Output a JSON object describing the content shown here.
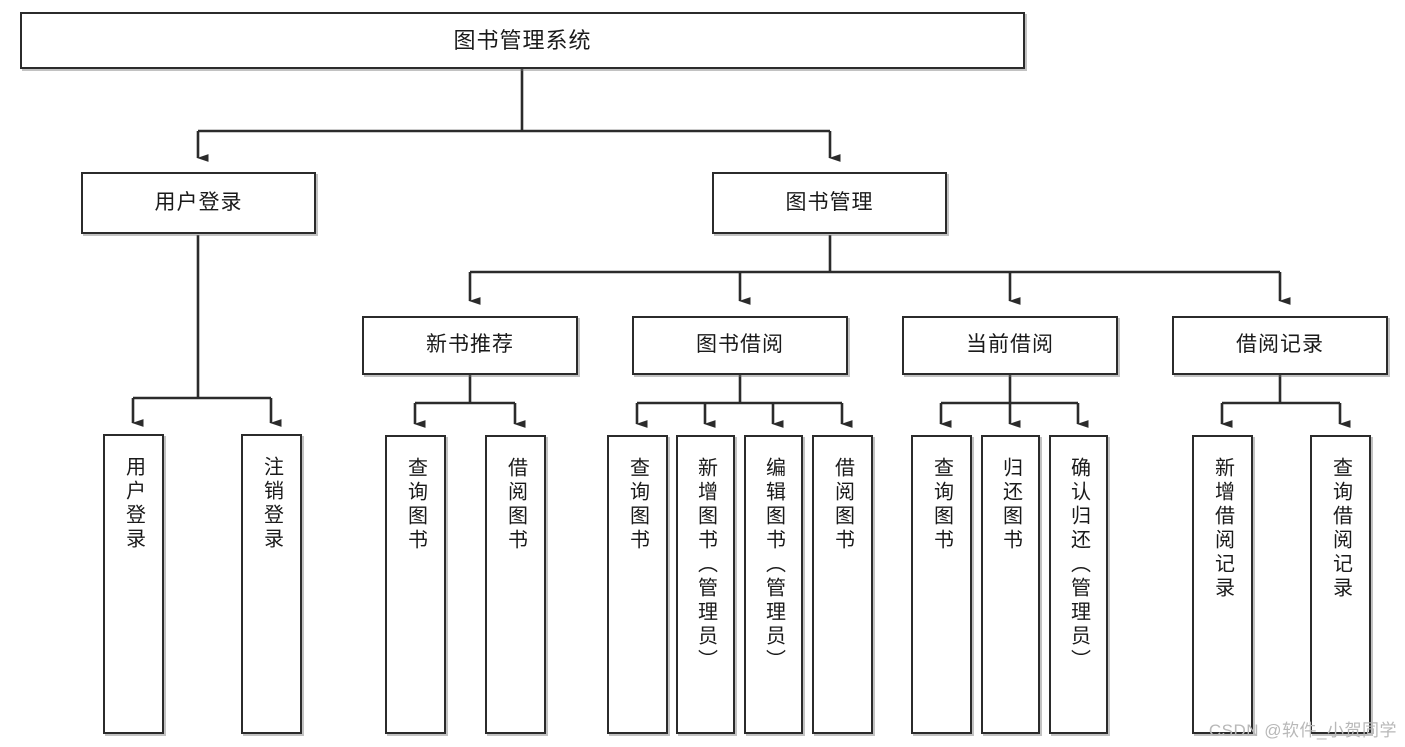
{
  "diagram": {
    "type": "hierarchy-tree",
    "title": "图书管理系统",
    "orientation": "top-down",
    "levels": 4,
    "style": {
      "box_fill": "#ffffff",
      "box_stroke": "#2b2b2b",
      "text_color": "#1a1a1a",
      "connector_color": "#2b2b2b",
      "background": "#ffffff",
      "watermark_color": "#b8b8b8"
    },
    "root": {
      "label": "图书管理系统"
    },
    "level2": [
      {
        "label": "用户登录"
      },
      {
        "label": "图书管理"
      }
    ],
    "level3": [
      {
        "label": "新书推荐"
      },
      {
        "label": "图书借阅"
      },
      {
        "label": "当前借阅"
      },
      {
        "label": "借阅记录"
      }
    ],
    "leaves": {
      "user_login": [
        {
          "label": "用户登录"
        },
        {
          "label": "注销登录"
        }
      ],
      "new_book_recommend": [
        {
          "label": "查询图书"
        },
        {
          "label": "借阅图书"
        }
      ],
      "book_borrow": [
        {
          "label": "查询图书"
        },
        {
          "label": "新增图书（管理员）"
        },
        {
          "label": "编辑图书（管理员）"
        },
        {
          "label": "借阅图书"
        }
      ],
      "current_borrow": [
        {
          "label": "查询图书"
        },
        {
          "label": "归还图书"
        },
        {
          "label": "确认归还（管理员）"
        }
      ],
      "borrow_record": [
        {
          "label": "新增借阅记录"
        },
        {
          "label": "查询借阅记录"
        }
      ]
    }
  },
  "watermark": {
    "text": "CSDN @软件_小贺同学"
  }
}
